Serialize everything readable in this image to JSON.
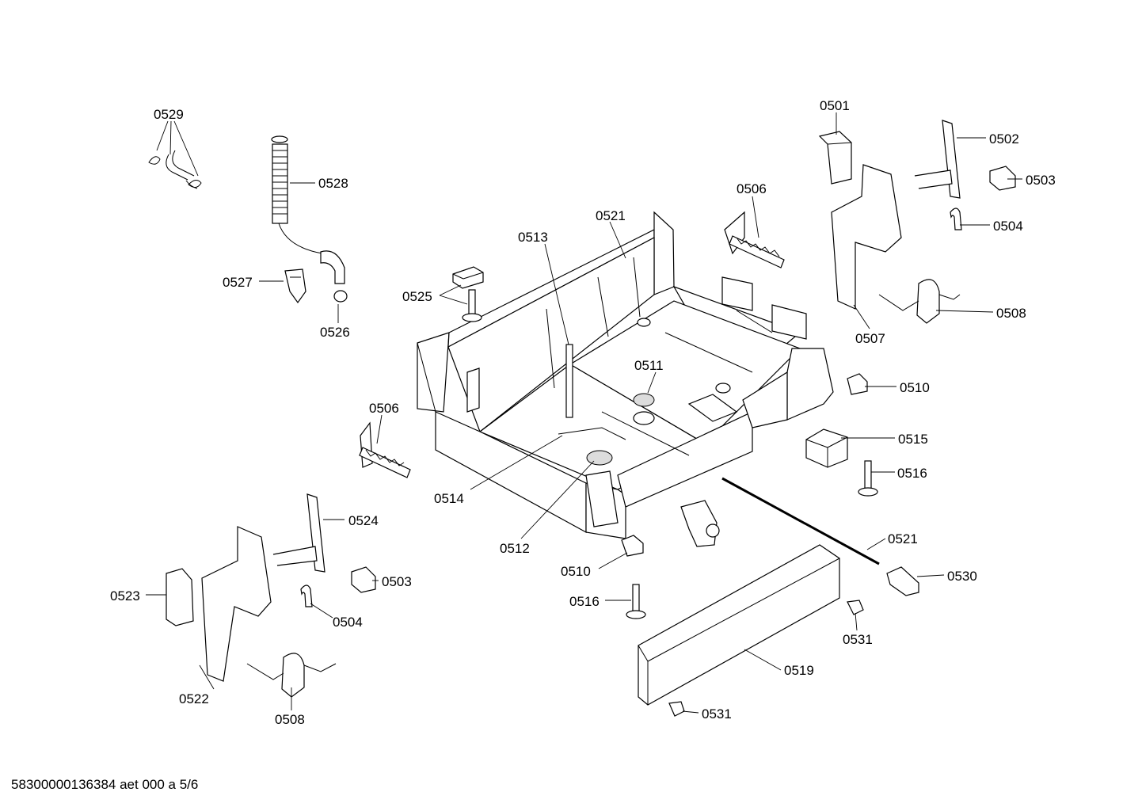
{
  "footer": "58300000136384 aet 000 a 5/6",
  "labels": {
    "l0529": "0529",
    "l0528": "0528",
    "l0527": "0527",
    "l0526": "0526",
    "l0525": "0525",
    "l0513": "0513",
    "l0521a": "0521",
    "l0506a": "0506",
    "l0501": "0501",
    "l0502": "0502",
    "l0503a": "0503",
    "l0504a": "0504",
    "l0508a": "0508",
    "l0507": "0507",
    "l0511": "0511",
    "l0510a": "0510",
    "l0515": "0515",
    "l0516a": "0516",
    "l0506b": "0506",
    "l0514": "0514",
    "l0512": "0512",
    "l0510b": "0510",
    "l0516b": "0516",
    "l0521b": "0521",
    "l0530": "0530",
    "l0531a": "0531",
    "l0519": "0519",
    "l0531b": "0531",
    "l0524": "0524",
    "l0503b": "0503",
    "l0504b": "0504",
    "l0523": "0523",
    "l0522": "0522",
    "l0508b": "0508"
  }
}
